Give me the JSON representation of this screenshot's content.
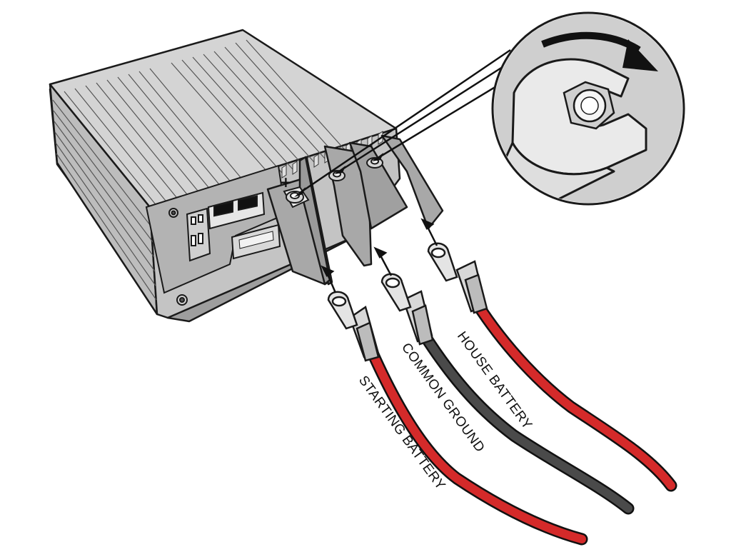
{
  "diagram": {
    "polarity_symbol": "+",
    "cables": [
      {
        "id": "starting",
        "label": "STARTING BATTERY",
        "color": "#d42a2a"
      },
      {
        "id": "ground",
        "label": "COMMON GROUND",
        "color": "#4a4a4a"
      },
      {
        "id": "house",
        "label": "HOUSE BATTERY",
        "color": "#d42a2a"
      }
    ],
    "icons": {
      "device": "dc-dc-charger-icon",
      "wrench": "wrench-icon",
      "rotation": "clockwise-arrow-icon",
      "nut": "terminal-nut-icon"
    },
    "colors": {
      "housing": "#c9c9c9",
      "outline": "#1a1a1a",
      "red_cable": "#d42a2a",
      "black_cable": "#4a4a4a",
      "lug": "#d8d8d8"
    }
  }
}
